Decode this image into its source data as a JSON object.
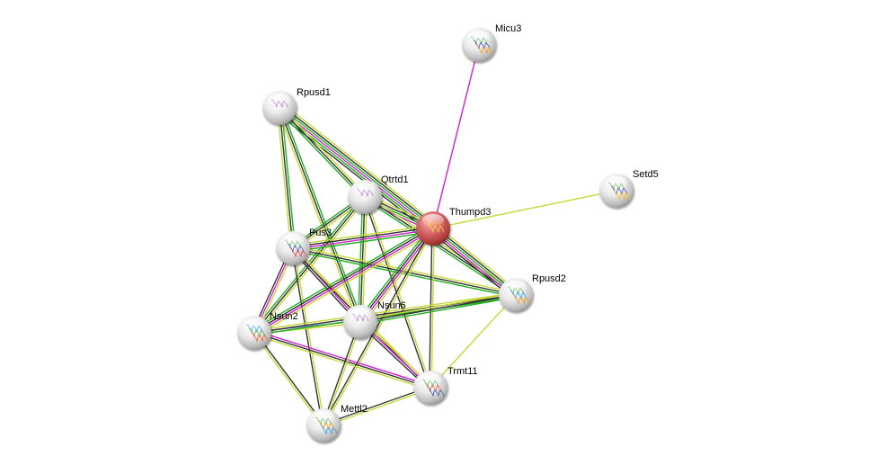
{
  "diagram": {
    "type": "protein-interaction-network",
    "query_node": "Thumpd3",
    "nodes": [
      {
        "id": "Micu3",
        "label": "Micu3",
        "color": "#d8d8d8",
        "structure_colors": [
          "#4caf50",
          "#3f51b5",
          "#ff9800"
        ]
      },
      {
        "id": "Rpusd1",
        "label": "Rpusd1",
        "color": "#d8d8d8",
        "structure_colors": [
          "#b070d0"
        ]
      },
      {
        "id": "Qtrtd1",
        "label": "Qtrtd1",
        "color": "#d8d8d8",
        "structure_colors": [
          "#b070d0"
        ]
      },
      {
        "id": "Thumpd3",
        "label": "Thumpd3",
        "color": "#c84848",
        "structure_colors": [
          "#ff9800",
          "#ffd54f"
        ]
      },
      {
        "id": "Setd5",
        "label": "Setd5",
        "color": "#d8d8d8",
        "structure_colors": [
          "#4caf50",
          "#3f51b5",
          "#ffc107"
        ]
      },
      {
        "id": "Pus3",
        "label": "Pus3",
        "color": "#d8d8d8",
        "structure_colors": [
          "#4caf50",
          "#3f51b5",
          "#e53935"
        ]
      },
      {
        "id": "Rpusd2",
        "label": "Rpusd2",
        "color": "#d8d8d8",
        "structure_colors": [
          "#4caf50",
          "#2196f3",
          "#ff9800"
        ]
      },
      {
        "id": "Nsun2",
        "label": "Nsun2",
        "color": "#d8d8d8",
        "structure_colors": [
          "#2196f3",
          "#4caf50",
          "#ff5722"
        ]
      },
      {
        "id": "Nsun6",
        "label": "Nsun6",
        "color": "#d8d8d8",
        "structure_colors": [
          "#b070d0"
        ]
      },
      {
        "id": "Trmt11",
        "label": "Trmt11",
        "color": "#d8d8d8",
        "structure_colors": [
          "#4caf50",
          "#ff5722",
          "#3f51b5"
        ]
      },
      {
        "id": "Mettl2",
        "label": "Mettl2",
        "color": "#d8d8d8",
        "structure_colors": [
          "#4caf50",
          "#ff9800",
          "#2196f3"
        ]
      }
    ],
    "evidence_colors": {
      "textmining": "#c6d834",
      "coexpression": "#333333",
      "database": "#20b020",
      "experiments": "#d020d0",
      "homology": "#8080f0"
    },
    "edges": [
      {
        "source": "Micu3",
        "target": "Thumpd3",
        "evidence": [
          "experiments"
        ]
      },
      {
        "source": "Setd5",
        "target": "Thumpd3",
        "evidence": [
          "textmining"
        ]
      },
      {
        "source": "Rpusd1",
        "target": "Thumpd3",
        "evidence": [
          "textmining",
          "coexpression",
          "database",
          "experiments",
          "database",
          "coexpression"
        ]
      },
      {
        "source": "Rpusd1",
        "target": "Qtrtd1",
        "evidence": [
          "textmining",
          "coexpression",
          "database"
        ]
      },
      {
        "source": "Rpusd1",
        "target": "Pus3",
        "evidence": [
          "database",
          "coexpression",
          "textmining"
        ]
      },
      {
        "source": "Rpusd1",
        "target": "Nsun6",
        "evidence": [
          "database",
          "coexpression",
          "textmining"
        ]
      },
      {
        "source": "Qtrtd1",
        "target": "Thumpd3",
        "evidence": [
          "textmining",
          "coexpression",
          "database",
          "experiments"
        ]
      },
      {
        "source": "Qtrtd1",
        "target": "Pus3",
        "evidence": [
          "textmining",
          "coexpression",
          "database"
        ]
      },
      {
        "source": "Qtrtd1",
        "target": "Nsun2",
        "evidence": [
          "textmining",
          "coexpression",
          "database"
        ]
      },
      {
        "source": "Qtrtd1",
        "target": "Nsun6",
        "evidence": [
          "textmining",
          "coexpression",
          "database"
        ]
      },
      {
        "source": "Qtrtd1",
        "target": "Rpusd2",
        "evidence": [
          "textmining",
          "coexpression",
          "database"
        ]
      },
      {
        "source": "Qtrtd1",
        "target": "Trmt11",
        "evidence": [
          "textmining",
          "coexpression"
        ]
      },
      {
        "source": "Pus3",
        "target": "Thumpd3",
        "evidence": [
          "textmining",
          "coexpression",
          "experiments",
          "database"
        ]
      },
      {
        "source": "Pus3",
        "target": "Nsun2",
        "evidence": [
          "textmining",
          "experiments",
          "coexpression"
        ]
      },
      {
        "source": "Pus3",
        "target": "Nsun6",
        "evidence": [
          "textmining",
          "experiments",
          "coexpression"
        ]
      },
      {
        "source": "Pus3",
        "target": "Rpusd2",
        "evidence": [
          "textmining",
          "coexpression",
          "database"
        ]
      },
      {
        "source": "Pus3",
        "target": "Trmt11",
        "evidence": [
          "textmining",
          "coexpression"
        ]
      },
      {
        "source": "Pus3",
        "target": "Mettl2",
        "evidence": [
          "textmining",
          "coexpression"
        ]
      },
      {
        "source": "Thumpd3",
        "target": "Rpusd2",
        "evidence": [
          "textmining",
          "coexpression",
          "database",
          "experiments",
          "coexpression"
        ]
      },
      {
        "source": "Thumpd3",
        "target": "Nsun2",
        "evidence": [
          "textmining",
          "experiments",
          "coexpression",
          "database"
        ]
      },
      {
        "source": "Thumpd3",
        "target": "Nsun6",
        "evidence": [
          "textmining",
          "experiments",
          "coexpression",
          "database"
        ]
      },
      {
        "source": "Thumpd3",
        "target": "Trmt11",
        "evidence": [
          "textmining",
          "coexpression"
        ]
      },
      {
        "source": "Thumpd3",
        "target": "Mettl2",
        "evidence": [
          "textmining",
          "coexpression"
        ]
      },
      {
        "source": "Nsun2",
        "target": "Nsun6",
        "evidence": [
          "homology",
          "textmining"
        ]
      },
      {
        "source": "Nsun2",
        "target": "Rpusd2",
        "evidence": [
          "textmining",
          "coexpression",
          "database"
        ]
      },
      {
        "source": "Nsun2",
        "target": "Trmt11",
        "evidence": [
          "experiments",
          "coexpression",
          "textmining"
        ]
      },
      {
        "source": "Nsun2",
        "target": "Mettl2",
        "evidence": [
          "coexpression",
          "textmining"
        ]
      },
      {
        "source": "Nsun6",
        "target": "Rpusd2",
        "evidence": [
          "textmining",
          "coexpression",
          "database"
        ]
      },
      {
        "source": "Nsun6",
        "target": "Trmt11",
        "evidence": [
          "textmining",
          "experiments",
          "coexpression"
        ]
      },
      {
        "source": "Nsun6",
        "target": "Mettl2",
        "evidence": [
          "textmining",
          "coexpression"
        ]
      },
      {
        "source": "Rpusd2",
        "target": "Trmt11",
        "evidence": [
          "textmining"
        ]
      },
      {
        "source": "Trmt11",
        "target": "Mettl2",
        "evidence": [
          "textmining",
          "coexpression"
        ]
      }
    ]
  }
}
